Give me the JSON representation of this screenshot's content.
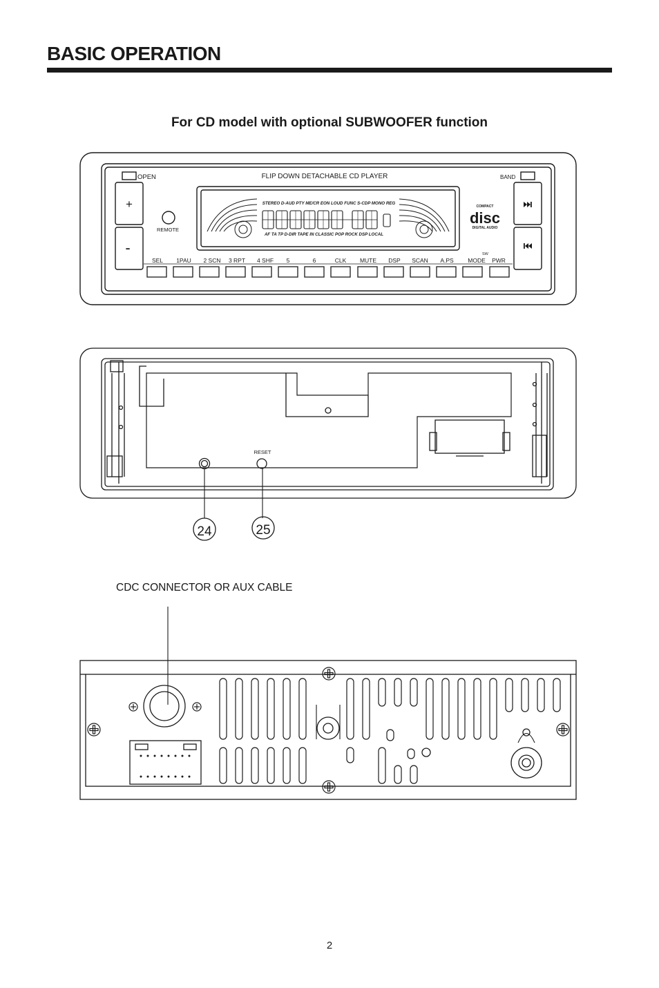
{
  "header": {
    "title": "BASIC OPERATION"
  },
  "section_heading": "For CD model with optional SUBWOOFER function",
  "front_panel": {
    "open_label": "OPEN",
    "band_label": "BAND",
    "device_title": "FLIP DOWN DETACHABLE CD PLAYER",
    "plus_label": "+",
    "minus_label": "-",
    "remote_label": "REMOTE",
    "indicators_top": "STEREO D-AUD PTY ME/CR EON LOUD FUNC S-CDP MONO REG",
    "indicators_bottom": "AF TA TP D-DIR TAPE IN CLASSIC POP ROCK DSP LOCAL",
    "logo_main": "disc",
    "logo_top": "COMPACT",
    "logo_bottom": "DIGITAL AUDIO",
    "sw_label": "SW",
    "button_labels": [
      "SEL",
      "1PAU",
      "2 SCN",
      "3 RPT",
      "4 SHF",
      "5",
      "6",
      "CLK",
      "MUTE",
      "DSP",
      "SCAN",
      "A.PS",
      "MODE",
      "PWR"
    ]
  },
  "inner_panel": {
    "reset_label": "RESET",
    "callouts": [
      "24",
      "25"
    ]
  },
  "rear_panel": {
    "connector_label": "CDC CONNECTOR OR AUX CABLE"
  },
  "footer": {
    "page_number": "2"
  }
}
